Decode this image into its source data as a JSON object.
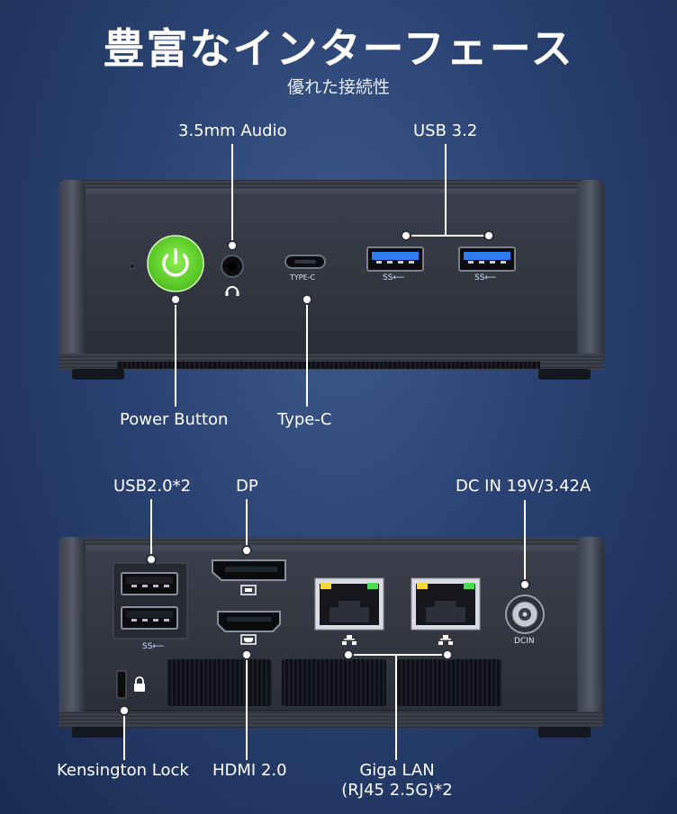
{
  "header": {
    "title": "豊富なインターフェース",
    "subtitle": "優れた接続性"
  },
  "front_panel": {
    "labels": {
      "audio": "3.5mm Audio",
      "usb32": "USB 3.2",
      "power": "Power Button",
      "typec": "Type-C"
    },
    "port_text": {
      "typec": "TYPE-C",
      "ss": "SS⟵"
    }
  },
  "rear_panel": {
    "labels": {
      "usb20": "USB2.0*2",
      "dp": "DP",
      "dcin": "DC IN 19V/3.42A",
      "kensington": "Kensington Lock",
      "hdmi": "HDMI 2.0",
      "lan_line1": "Giga LAN",
      "lan_line2": "(RJ45 2.5G)*2"
    },
    "port_text": {
      "dcin": "DCIN"
    }
  },
  "colors": {
    "accent_power": "#63d62e",
    "chassis": "#2f3440",
    "background": "#2a4272"
  }
}
